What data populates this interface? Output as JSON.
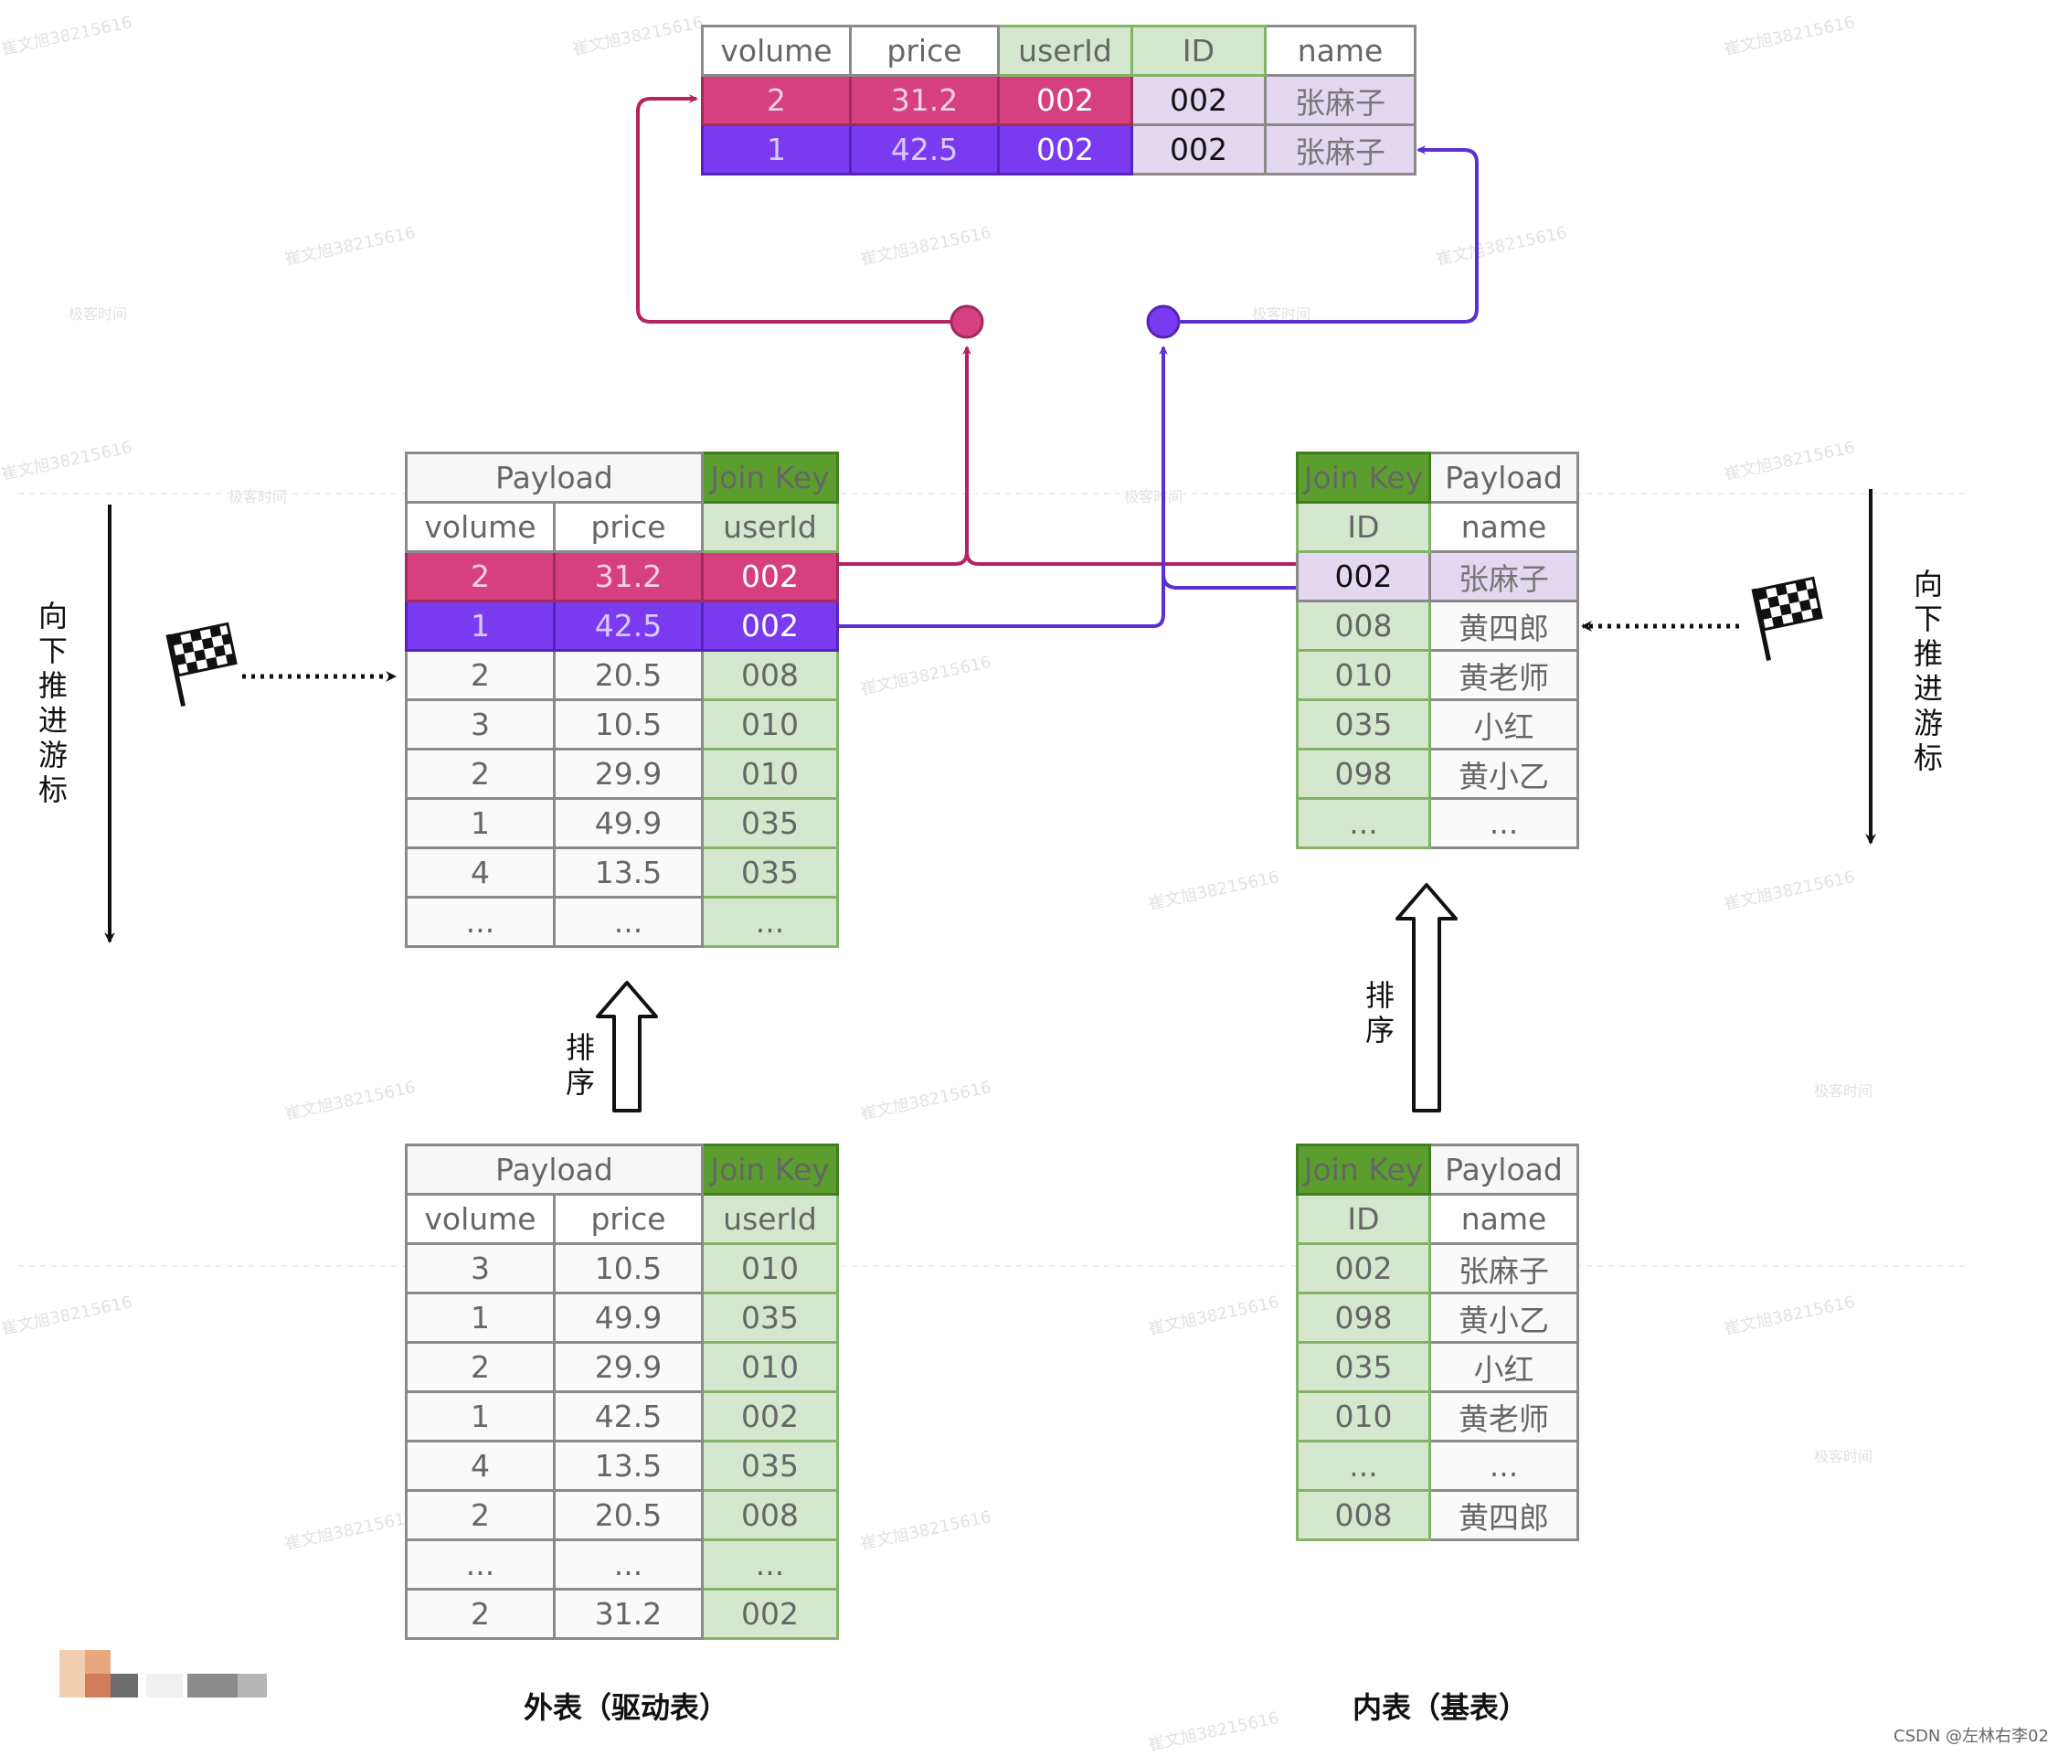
{
  "result_table": {
    "headers": [
      "volume",
      "price",
      "userId",
      "ID",
      "name"
    ],
    "rows": [
      [
        "2",
        "31.2",
        "002",
        "002",
        "张麻子"
      ],
      [
        "1",
        "42.5",
        "002",
        "002",
        "张麻子"
      ]
    ]
  },
  "outer_sorted": {
    "payload_label": "Payload",
    "joinkey_label": "Join Key",
    "col_volume": "volume",
    "col_price": "price",
    "col_key": "userId",
    "rows": [
      [
        "2",
        "31.2",
        "002"
      ],
      [
        "1",
        "42.5",
        "002"
      ],
      [
        "2",
        "20.5",
        "008"
      ],
      [
        "3",
        "10.5",
        "010"
      ],
      [
        "2",
        "29.9",
        "010"
      ],
      [
        "1",
        "49.9",
        "035"
      ],
      [
        "4",
        "13.5",
        "035"
      ],
      [
        "...",
        "...",
        "..."
      ]
    ]
  },
  "outer_raw": {
    "payload_label": "Payload",
    "joinkey_label": "Join Key",
    "col_volume": "volume",
    "col_price": "price",
    "col_key": "userId",
    "rows": [
      [
        "3",
        "10.5",
        "010"
      ],
      [
        "1",
        "49.9",
        "035"
      ],
      [
        "2",
        "29.9",
        "010"
      ],
      [
        "1",
        "42.5",
        "002"
      ],
      [
        "4",
        "13.5",
        "035"
      ],
      [
        "2",
        "20.5",
        "008"
      ],
      [
        "...",
        "...",
        "..."
      ],
      [
        "2",
        "31.2",
        "002"
      ]
    ]
  },
  "inner_sorted": {
    "joinkey_label": "Join Key",
    "payload_label": "Payload",
    "col_key": "ID",
    "col_name": "name",
    "rows": [
      [
        "002",
        "张麻子"
      ],
      [
        "008",
        "黄四郎"
      ],
      [
        "010",
        "黄老师"
      ],
      [
        "035",
        "小红"
      ],
      [
        "098",
        "黄小乙"
      ],
      [
        "...",
        "..."
      ]
    ]
  },
  "inner_raw": {
    "joinkey_label": "Join Key",
    "payload_label": "Payload",
    "col_key": "ID",
    "col_name": "name",
    "rows": [
      [
        "002",
        "张麻子"
      ],
      [
        "098",
        "黄小乙"
      ],
      [
        "035",
        "小红"
      ],
      [
        "010",
        "黄老师"
      ],
      [
        "...",
        "..."
      ],
      [
        "008",
        "黄四郎"
      ]
    ]
  },
  "labels": {
    "cursor_left": "向下推进游标",
    "cursor_right": "向下推进游标",
    "sort_left": "排序",
    "sort_right": "排序",
    "caption_outer": "外表（驱动表）",
    "caption_inner": "内表（基表）",
    "credit": "CSDN @左林右李02"
  },
  "watermarks": {
    "text": "崔文旭38215616",
    "logo": "极客时间"
  },
  "colors": {
    "match1": "#d6407f",
    "match2": "#7a3bf0",
    "line1": "#b3245f",
    "line2": "#5a30d0",
    "key_fill": "#d5e8cf",
    "key_header": "#5c9e2e",
    "highlight": "#e3d8ef"
  },
  "icons": [
    "checkered-flag-icon",
    "hollow-up-arrow-icon",
    "dotted-arrow-icon"
  ]
}
